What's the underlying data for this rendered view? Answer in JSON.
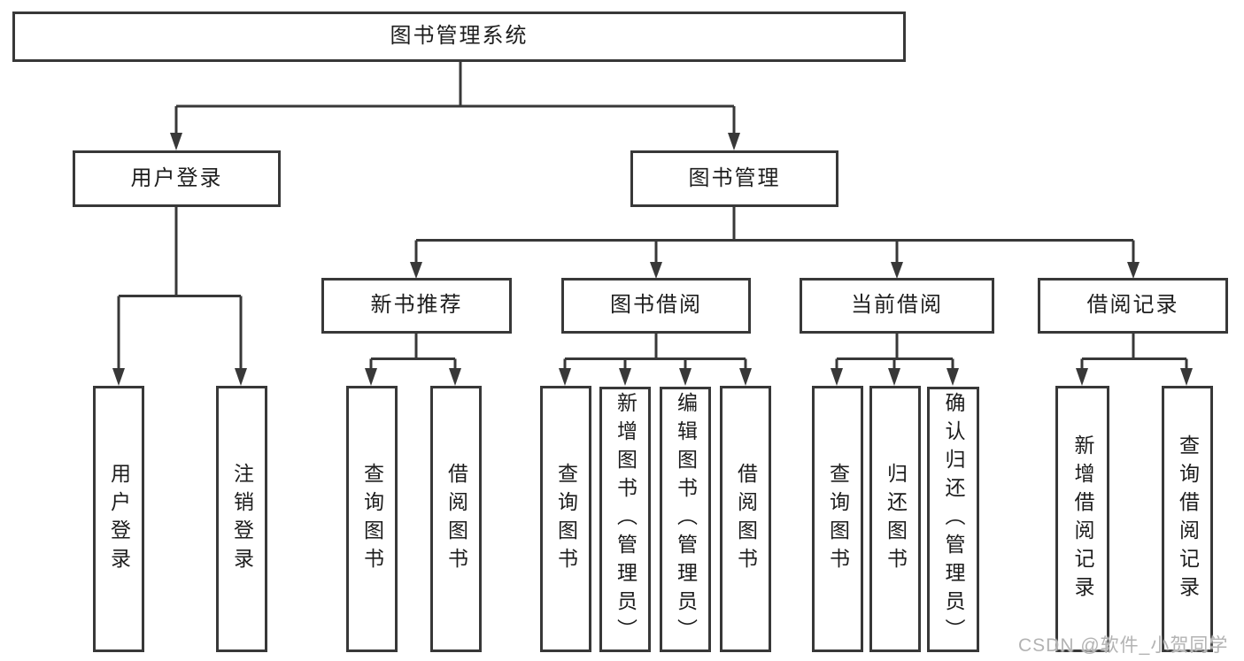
{
  "diagram_type": "hierarchical-function-tree",
  "colors": {
    "line": "#383838",
    "box_border": "#383838",
    "box_fill": "#ffffff",
    "text": "#1d1d1d",
    "watermark": "#b3b3b3",
    "background": "#ffffff"
  },
  "tree": {
    "root": {
      "label": "图书管理系统",
      "children": [
        {
          "label": "用户登录",
          "children": [
            {
              "label": "用户登录"
            },
            {
              "label": "注销登录"
            }
          ]
        },
        {
          "label": "图书管理",
          "children": [
            {
              "label": "新书推荐",
              "children": [
                {
                  "label": "查询图书"
                },
                {
                  "label": "借阅图书"
                }
              ]
            },
            {
              "label": "图书借阅",
              "children": [
                {
                  "label": "查询图书"
                },
                {
                  "label": "新增图书（管理员）"
                },
                {
                  "label": "编辑图书（管理员）"
                },
                {
                  "label": "借阅图书"
                }
              ]
            },
            {
              "label": "当前借阅",
              "children": [
                {
                  "label": "查询图书"
                },
                {
                  "label": "归还图书"
                },
                {
                  "label": "确认归还（管理员）"
                }
              ]
            },
            {
              "label": "借阅记录",
              "children": [
                {
                  "label": "新增借阅记录"
                },
                {
                  "label": "查询借阅记录"
                }
              ]
            }
          ]
        }
      ]
    }
  },
  "watermark": {
    "text": "CSDN @软件_小贺同学"
  }
}
